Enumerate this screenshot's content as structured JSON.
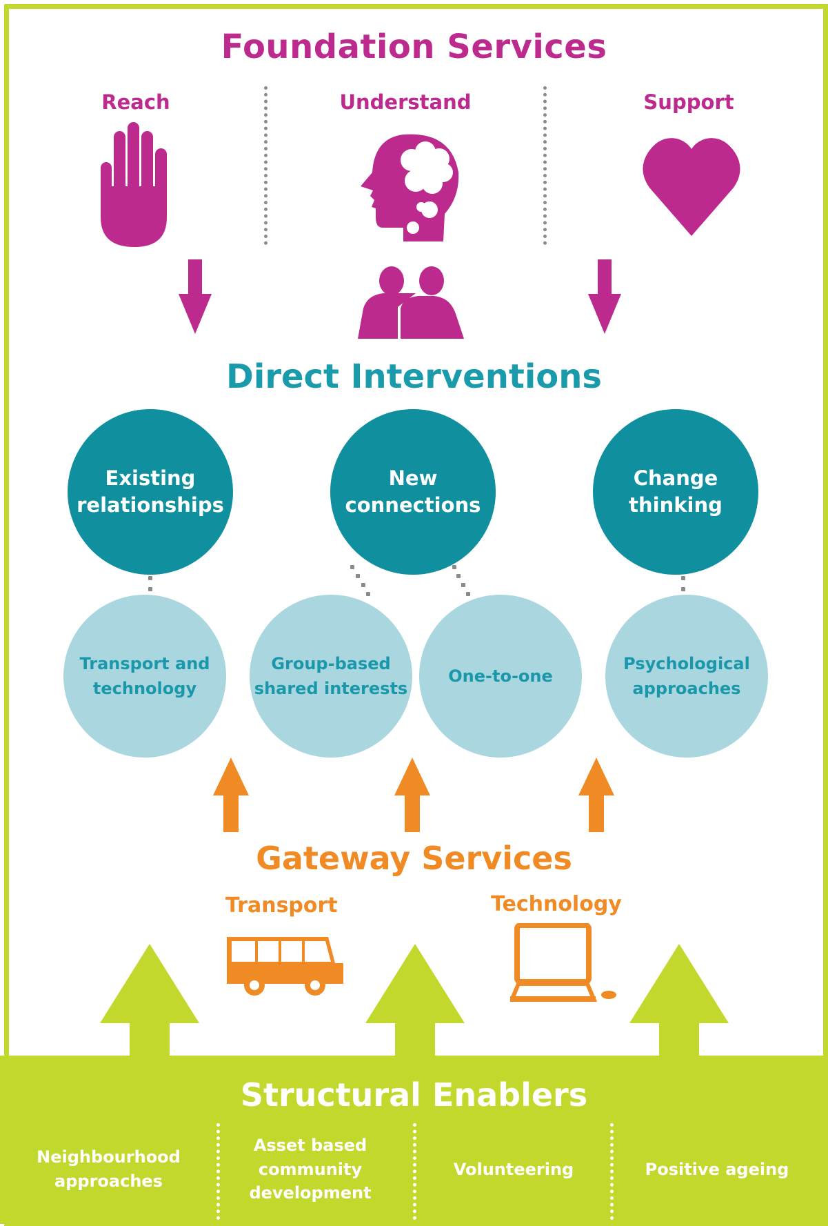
{
  "colors": {
    "foundation": "#bc2a8d",
    "direct_dark": "#10909f",
    "direct_light": "#a9d6df",
    "direct_text": "#1a98aa",
    "gateway": "#f08a24",
    "structural": "#c3d82c"
  },
  "foundation": {
    "title": "Foundation Services",
    "columns": [
      {
        "label": "Reach",
        "icon": "hand-icon"
      },
      {
        "label": "Understand",
        "icon": "head-thought-icon"
      },
      {
        "label": "Support",
        "icon": "heart-icon"
      }
    ],
    "center_icon": "two-people-icon",
    "arrows": [
      "arrow-down-icon",
      "arrow-down-icon"
    ]
  },
  "direct": {
    "title": "Direct Interventions",
    "primary": [
      {
        "line1": "Existing",
        "line2": "relationships"
      },
      {
        "line1": "New",
        "line2": "connections"
      },
      {
        "line1": "Change",
        "line2": "thinking"
      }
    ],
    "secondary": [
      {
        "line1": "Transport and",
        "line2": "technology"
      },
      {
        "line1": "Group-based",
        "line2": "shared interests"
      },
      {
        "line1": "One-to-one",
        "line2": ""
      },
      {
        "line1": "Psychological",
        "line2": "approaches"
      }
    ]
  },
  "gateway": {
    "title": "Gateway Services",
    "items": [
      {
        "label": "Transport",
        "icon": "bus-icon"
      },
      {
        "label": "Technology",
        "icon": "computer-icon"
      }
    ]
  },
  "structural": {
    "title": "Structural Enablers",
    "items": [
      {
        "line1": "Neighbourhood",
        "line2": "approaches",
        "line3": ""
      },
      {
        "line1": "Asset based",
        "line2": "community",
        "line3": "development"
      },
      {
        "line1": "Volunteering",
        "line2": "",
        "line3": ""
      },
      {
        "line1": "Positive ageing",
        "line2": "",
        "line3": ""
      }
    ]
  }
}
